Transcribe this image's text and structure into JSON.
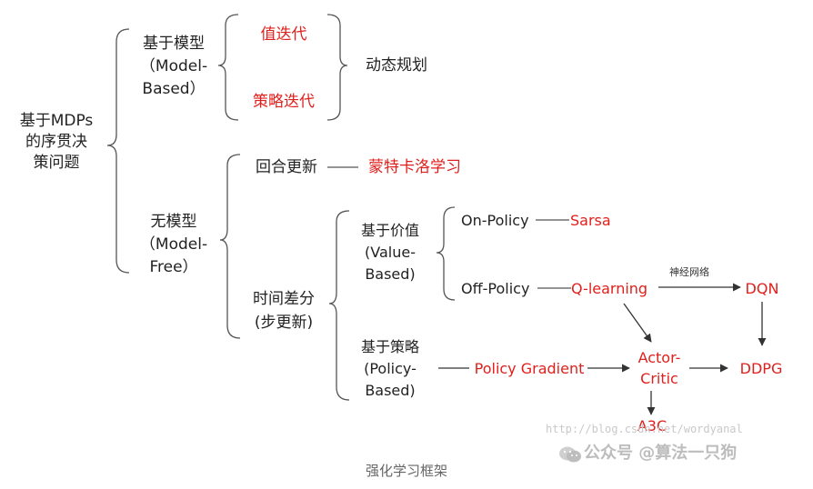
{
  "diagram": {
    "root": [
      "基于MDPs",
      "的序贯决",
      "策问题"
    ],
    "model_based": [
      "基于模型",
      "（Model-",
      "Based）"
    ],
    "value_iteration": "值迭代",
    "policy_iteration": "策略迭代",
    "dynamic_programming": "动态规划",
    "model_free": [
      "无模型",
      "（Model-",
      "Free）"
    ],
    "episode_update": "回合更新",
    "monte_carlo": "蒙特卡洛学习",
    "td": [
      "时间差分",
      "(步更新)"
    ],
    "value_based": [
      "基于价值",
      "(Value-",
      "Based)"
    ],
    "on_policy": "On-Policy",
    "sarsa": "Sarsa",
    "off_policy": "Off-Policy",
    "q_learning": "Q-learning",
    "neural_network": "神经网络",
    "dqn": "DQN",
    "policy_based": [
      "基于策略",
      "(Policy-",
      "Based)"
    ],
    "policy_gradient": "Policy Gradient",
    "actor_critic": [
      "Actor-",
      "Critic"
    ],
    "ddpg": "DDPG",
    "a3c": "A3C"
  },
  "watermark": {
    "url": "http://blog.csdn.net/wordyanal",
    "brand": "公众号 @算法一只狗"
  },
  "caption": "强化学习框架",
  "colors": {
    "highlight": "#e0201c",
    "text": "#222222",
    "line": "#555555"
  }
}
